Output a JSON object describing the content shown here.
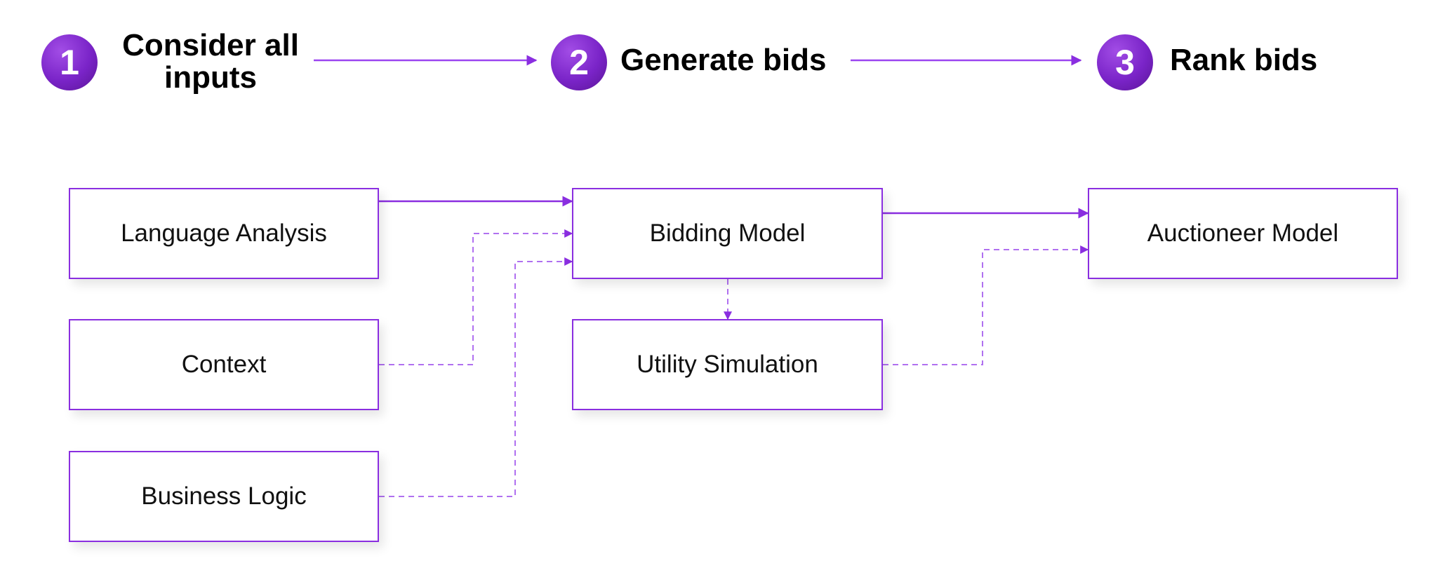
{
  "colors": {
    "accent": "#8a2ee0",
    "badge": "#7a24c8",
    "text": "#000000"
  },
  "steps": [
    {
      "number": "1",
      "label": "Consider all inputs"
    },
    {
      "number": "2",
      "label": "Generate bids"
    },
    {
      "number": "3",
      "label": "Rank bids"
    }
  ],
  "nodes": {
    "language_analysis": "Language Analysis",
    "context": "Context",
    "business_logic": "Business Logic",
    "bidding_model": "Bidding Model",
    "utility_simulation": "Utility Simulation",
    "auctioneer_model": "Auctioneer Model"
  },
  "edges": [
    {
      "from": "Language Analysis",
      "to": "Bidding Model",
      "style": "solid"
    },
    {
      "from": "Context",
      "to": "Bidding Model",
      "style": "dashed"
    },
    {
      "from": "Business Logic",
      "to": "Bidding Model",
      "style": "dashed"
    },
    {
      "from": "Bidding Model",
      "to": "Utility Simulation",
      "style": "dashed"
    },
    {
      "from": "Bidding Model",
      "to": "Auctioneer Model",
      "style": "solid"
    },
    {
      "from": "Utility Simulation",
      "to": "Auctioneer Model",
      "style": "dashed"
    }
  ]
}
